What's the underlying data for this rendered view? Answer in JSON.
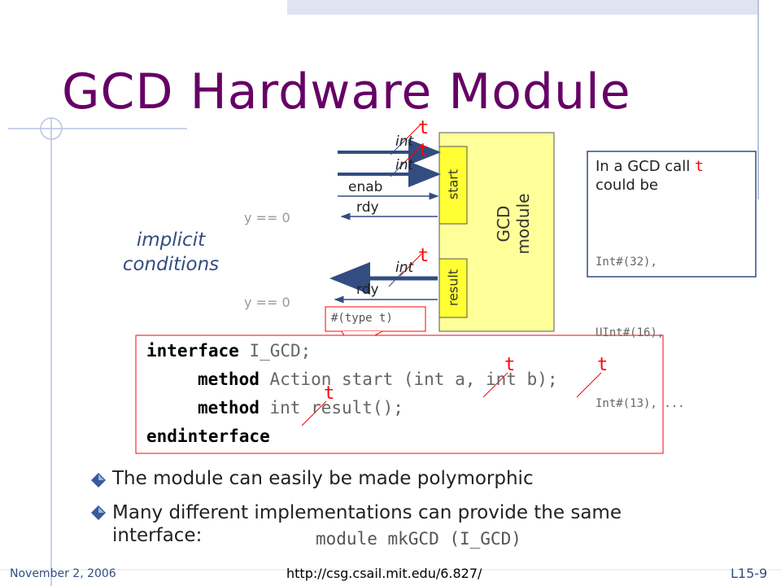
{
  "slide": {
    "title": "GCD Hardware Module",
    "footer": {
      "date": "November 2, 2006",
      "url": "http://csg.csail.mit.edu/6.827/",
      "page": "L15-9"
    }
  },
  "diagram": {
    "module_label_line1": "GCD",
    "module_label_line2": "module",
    "start_label": "start",
    "result_label": "result",
    "int_label": "int",
    "enab_label": "enab",
    "rdy_label": "rdy",
    "type_t": "t",
    "y_cond": "y == 0",
    "implicit_line1": "implicit",
    "implicit_line2": "conditions",
    "callout_type": "#(type t)"
  },
  "note": {
    "line1_prefix": "In a GCD call ",
    "line1_t": "t",
    "line2": "could be",
    "opt1": "Int#(32),",
    "opt2": "UInt#(16),",
    "opt3": "Int#(13), ..."
  },
  "code": {
    "l1_kw": "interface",
    "l1_rest": " I_GCD;",
    "l2_kw": "method",
    "l2_rest": " Action start (int a, int b);",
    "l3_kw": "method",
    "l3_rest": " int result();",
    "l4_kw": "endinterface",
    "t_mark": "t"
  },
  "bullets": {
    "b1": "The module can easily be made polymorphic",
    "b2_line1": "Many different implementations can provide the same",
    "b2_line2": "interface:",
    "b2_code": "module mkGCD (I_GCD)"
  }
}
